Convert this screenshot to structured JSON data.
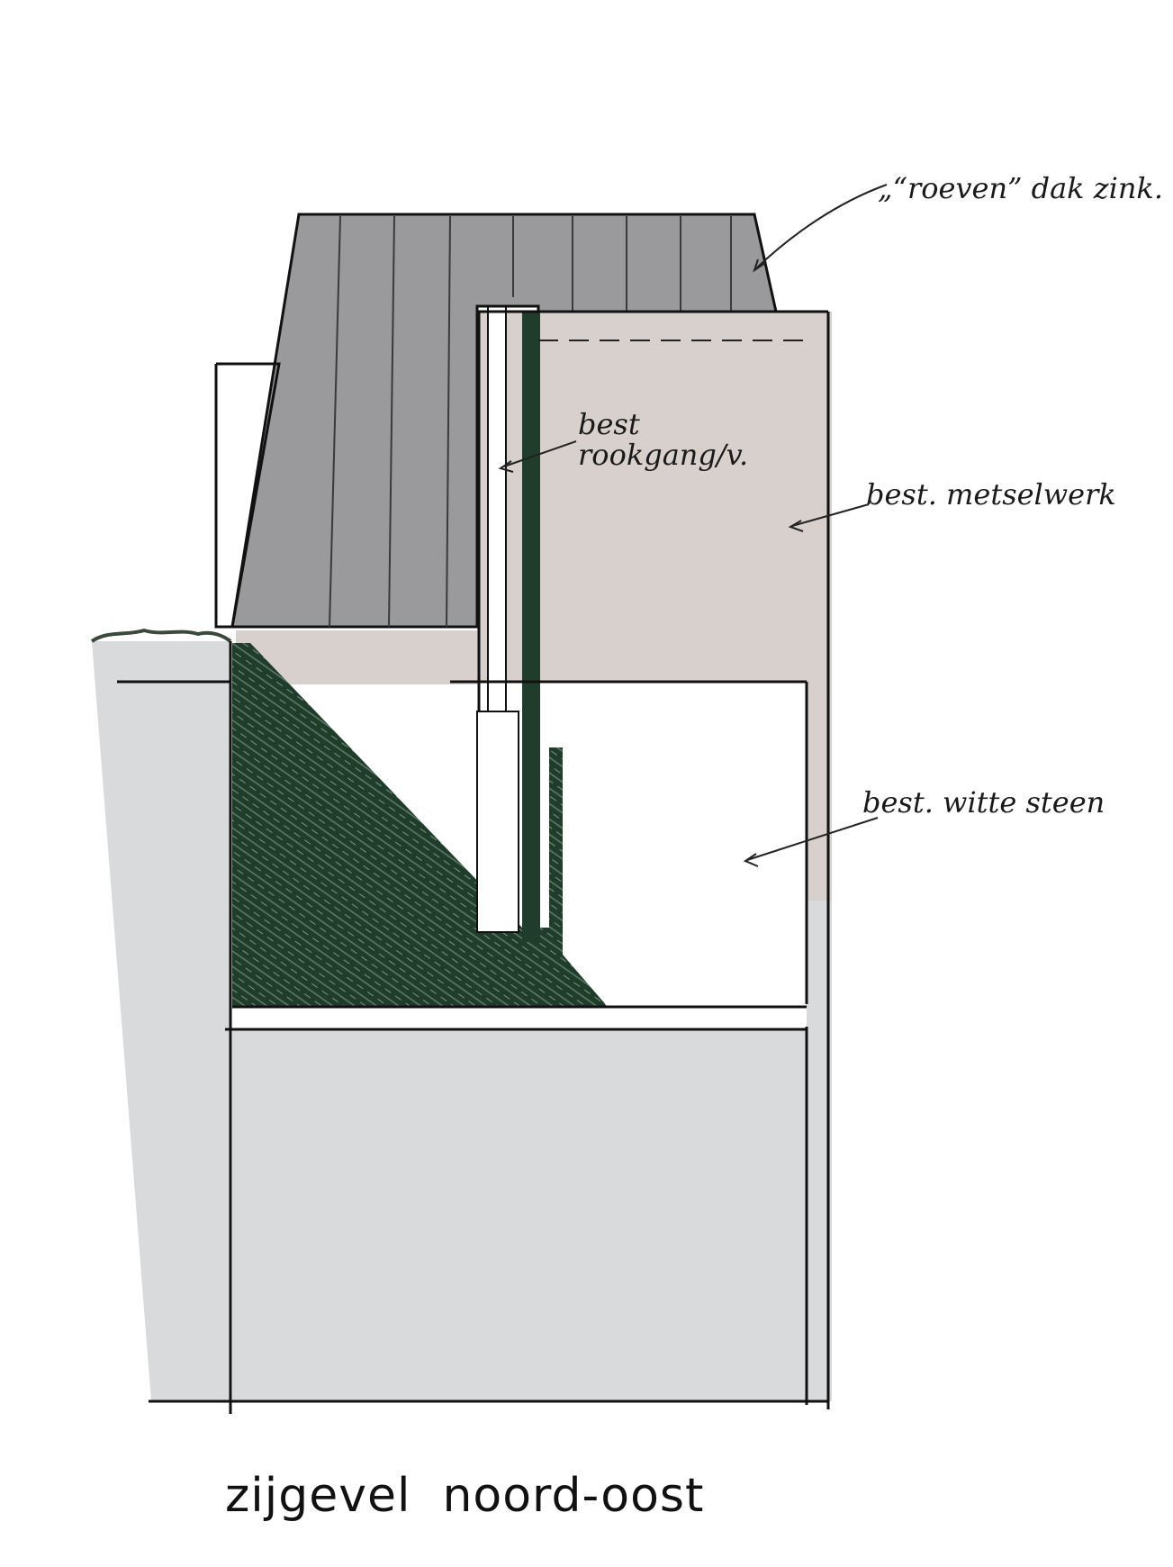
{
  "annotations": {
    "roof": "„“roeven” dak zink.",
    "chimney_line1": "best",
    "chimney_line2": "rookgang/v.",
    "masonry": "best. metselwerk",
    "white_stone": "best. witte steen"
  },
  "caption": "zijgevel  noord-oost",
  "colors": {
    "zinc_roof": "#9a9a9c",
    "masonry": "#d8d0cc",
    "shadow_hatch": "#1f3d2a",
    "wall_grey": "#d9dadb",
    "white_stone": "#ffffff",
    "ink": "#111111"
  }
}
